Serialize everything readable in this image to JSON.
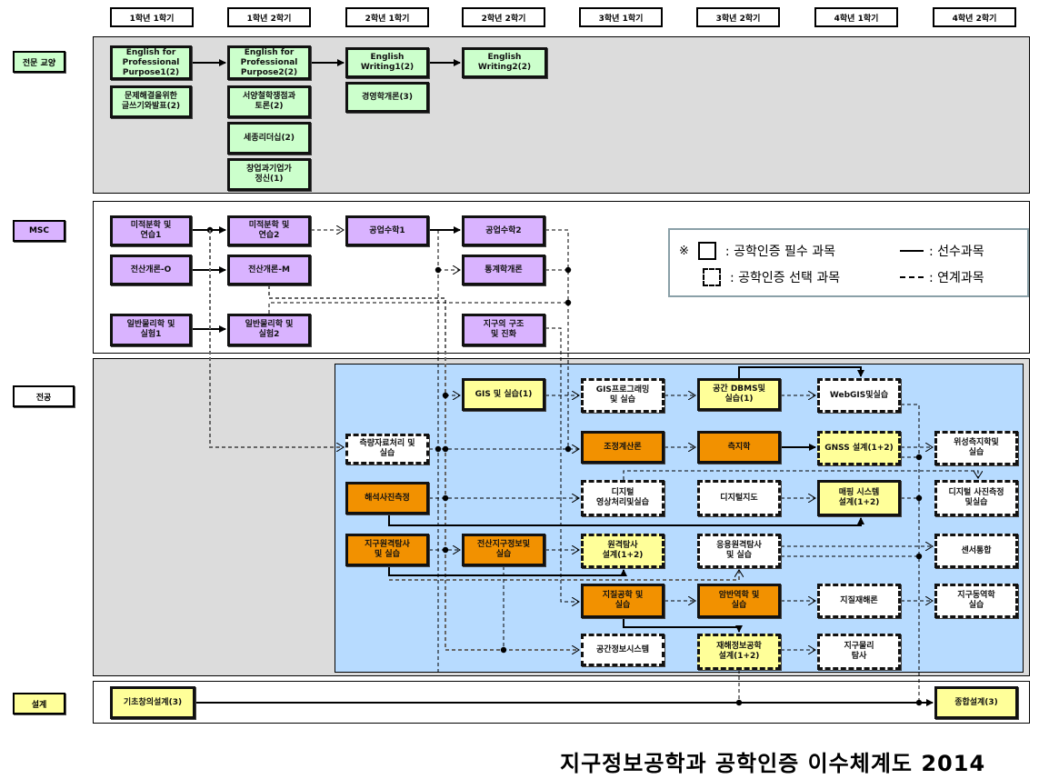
{
  "title": "지구정보공학과 공학인증 이수체계도 2014",
  "semesters": [
    "1학년 1학기",
    "1학년 2학기",
    "2학년 1학기",
    "2학년 2학기",
    "3학년 1학기",
    "3학년 2학기",
    "4학년 1학기",
    "4학년 2학기"
  ],
  "categories": [
    {
      "id": "general",
      "label": "전문 교양",
      "color": "#ccffcc"
    },
    {
      "id": "msc",
      "label": "MSC",
      "color": "#d9b3ff"
    },
    {
      "id": "major",
      "label": "전공",
      "color": "#ffffff"
    },
    {
      "id": "design",
      "label": "설계",
      "color": "#ffff99"
    }
  ],
  "colors": {
    "general": "#ccffcc",
    "msc": "#d9b3ff",
    "major_core": "#f29100",
    "major_yellow": "#ffff99",
    "white": "#ffffff",
    "panel_gray": "#dcdcdc",
    "major_inner": "#b7dbff"
  },
  "legend": {
    "mark": "※",
    "required": ": 공학인증 필수 과목",
    "elective": ": 공학인증 선택 과목",
    "prereq": ": 선수과목",
    "linked": ": 연계과목"
  },
  "courses": [
    {
      "id": "efpp1",
      "label": "English for\nProfessional\nPurpose1(2)",
      "type": "req",
      "color": "general"
    },
    {
      "id": "writing_pres",
      "label": "문제해결을위한\n글쓰기와발표(2)",
      "type": "req",
      "color": "general"
    },
    {
      "id": "efpp2",
      "label": "English for\nProfessional\nPurpose2(2)",
      "type": "req",
      "color": "general"
    },
    {
      "id": "west_phil",
      "label": "서양철학쟁점과\n토론(2)",
      "type": "req",
      "color": "general"
    },
    {
      "id": "sejong",
      "label": "세종리더십(2)",
      "type": "req",
      "color": "general"
    },
    {
      "id": "startup",
      "label": "창업과기업가\n정신(1)",
      "type": "req",
      "color": "general"
    },
    {
      "id": "ew1",
      "label": "English\nWriting1(2)",
      "type": "req",
      "color": "general"
    },
    {
      "id": "mgmt",
      "label": "경영학개론(3)",
      "type": "req",
      "color": "general"
    },
    {
      "id": "ew2",
      "label": "English\nWriting2(2)",
      "type": "req",
      "color": "general"
    },
    {
      "id": "calc1",
      "label": "미적분학 및\n연습1",
      "type": "req",
      "color": "msc"
    },
    {
      "id": "comp_o",
      "label": "전산개론-O",
      "type": "req",
      "color": "msc"
    },
    {
      "id": "phys1",
      "label": "일반물리학 및\n실험1",
      "type": "req",
      "color": "msc"
    },
    {
      "id": "calc2",
      "label": "미적분학 및\n연습2",
      "type": "req",
      "color": "msc"
    },
    {
      "id": "comp_m",
      "label": "전산개론-M",
      "type": "req",
      "color": "msc"
    },
    {
      "id": "phys2",
      "label": "일반물리학 및\n실험2",
      "type": "req",
      "color": "msc"
    },
    {
      "id": "engmath1",
      "label": "공업수학1",
      "type": "req",
      "color": "msc"
    },
    {
      "id": "engmath2",
      "label": "공업수학2",
      "type": "req",
      "color": "msc"
    },
    {
      "id": "stats",
      "label": "통계학개론",
      "type": "req",
      "color": "msc"
    },
    {
      "id": "earth_struct",
      "label": "지구의 구조\n및 진화",
      "type": "req",
      "color": "msc"
    },
    {
      "id": "survey_data",
      "label": "측량자료처리 및\n실습",
      "type": "opt",
      "color": "white"
    },
    {
      "id": "analytic_photo",
      "label": "해석사진측정",
      "type": "req",
      "color": "major_core"
    },
    {
      "id": "remote1",
      "label": "지구원격탐사\n및 실습",
      "type": "req",
      "color": "major_core"
    },
    {
      "id": "gis1",
      "label": "GIS 및 실습(1)",
      "type": "req",
      "color": "major_yellow"
    },
    {
      "id": "comp_geo",
      "label": "전산지구정보및\n실습",
      "type": "req",
      "color": "major_core"
    },
    {
      "id": "gis_prog",
      "label": "GIS프로그래밍\n및 실습",
      "type": "opt",
      "color": "white"
    },
    {
      "id": "adjust",
      "label": "조정계산론",
      "type": "req",
      "color": "major_core"
    },
    {
      "id": "digital_img",
      "label": "디지털\n영상처리및실습",
      "type": "opt",
      "color": "white"
    },
    {
      "id": "remote_design",
      "label": "원격탐사\n설계(1+2)",
      "type": "opt",
      "color": "major_yellow"
    },
    {
      "id": "geo_eng",
      "label": "지질공학 및\n실습",
      "type": "req",
      "color": "major_core"
    },
    {
      "id": "spatial_info",
      "label": "공간정보시스템",
      "type": "opt",
      "color": "white"
    },
    {
      "id": "dbms",
      "label": "공간 DBMS및\n실습(1)",
      "type": "req",
      "color": "major_yellow"
    },
    {
      "id": "geodesy",
      "label": "측지학",
      "type": "req",
      "color": "major_core"
    },
    {
      "id": "digital_map",
      "label": "디지털지도",
      "type": "opt",
      "color": "white"
    },
    {
      "id": "app_remote",
      "label": "응용원격탐사\n및 실습",
      "type": "opt",
      "color": "white"
    },
    {
      "id": "rock_mech",
      "label": "암반역학 및\n실습",
      "type": "req",
      "color": "major_core"
    },
    {
      "id": "disaster_design",
      "label": "재해정보공학\n설계(1+2)",
      "type": "opt",
      "color": "major_yellow"
    },
    {
      "id": "webgis",
      "label": "WebGIS및실습",
      "type": "opt",
      "color": "white"
    },
    {
      "id": "gnss",
      "label": "GNSS 설계(1+2)",
      "type": "opt",
      "color": "major_yellow"
    },
    {
      "id": "mapping",
      "label": "매핑 시스템\n설계(1+2)",
      "type": "req",
      "color": "major_yellow"
    },
    {
      "id": "geo_hazard",
      "label": "지질재해론",
      "type": "opt",
      "color": "white"
    },
    {
      "id": "geophys",
      "label": "지구물리\n탐사",
      "type": "opt",
      "color": "white"
    },
    {
      "id": "sat_geodesy",
      "label": "위성측지학및\n실습",
      "type": "opt",
      "color": "white"
    },
    {
      "id": "digital_photo",
      "label": "디지털 사진측정\n및실습",
      "type": "opt",
      "color": "white"
    },
    {
      "id": "sensor",
      "label": "센서통합",
      "type": "opt",
      "color": "white"
    },
    {
      "id": "geodynamics",
      "label": "지구동역학\n실습",
      "type": "opt",
      "color": "white"
    },
    {
      "id": "basic_design",
      "label": "기초창의설계(3)",
      "type": "req",
      "color": "major_yellow"
    },
    {
      "id": "capstone",
      "label": "종합설계(3)",
      "type": "req",
      "color": "major_yellow"
    }
  ]
}
